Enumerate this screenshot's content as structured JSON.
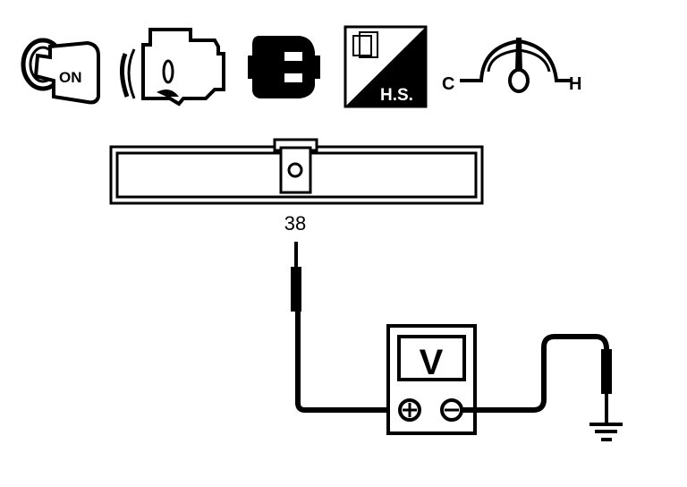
{
  "icons": {
    "ignition": {
      "name": "ignition-on-icon",
      "label": "ON"
    },
    "engine": {
      "name": "engine-icon"
    },
    "connector": {
      "name": "connector-icon"
    },
    "harness": {
      "name": "harness-side-icon",
      "label": "H.S."
    },
    "temperature": {
      "name": "temperature-gauge-icon",
      "cold": "C",
      "hot": "H"
    }
  },
  "connector": {
    "terminal": "38"
  },
  "meter": {
    "label": "V",
    "plus": "+",
    "minus": "−"
  },
  "colors": {
    "ink": "#000000",
    "background": "#ffffff"
  }
}
